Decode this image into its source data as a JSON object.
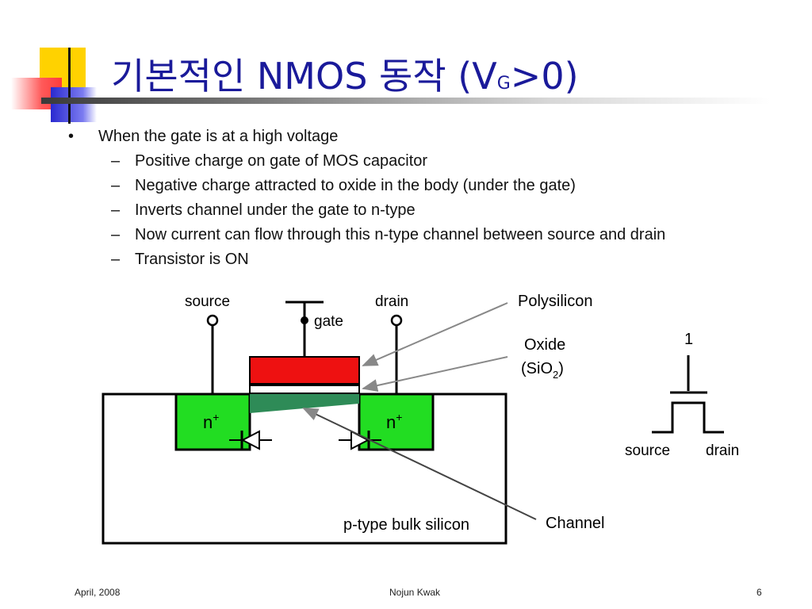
{
  "slide": {
    "title_main": "기본적인 NMOS 동작 (V",
    "title_sub": "G",
    "title_end": ">0)",
    "bullet_marker": "•",
    "dash_marker": "–",
    "bullet": "When the gate is at a high voltage",
    "sub_bullets": [
      "Positive charge on gate of MOS capacitor",
      "Negative charge attracted to oxide in the body (under the gate)",
      "Inverts channel under the gate to n-type",
      "Now current can flow through this n-type channel between source and drain",
      "Transistor is ON"
    ]
  },
  "diagram": {
    "source_label": "source",
    "gate_label": "gate",
    "drain_label": "drain",
    "polysilicon_label": "Polysilicon",
    "oxide_label": "Oxide",
    "sio2_prefix": "(SiO",
    "sio2_sub": "2",
    "sio2_suffix": ")",
    "n_plus": "n",
    "plus_sup": "+",
    "bulk_label": "p-type bulk silicon",
    "channel_label": "Channel",
    "switch_value": "1",
    "switch_source": "source",
    "switch_drain": "drain"
  },
  "colors": {
    "polysilicon": "#ee1111",
    "nplus": "#22dd22",
    "channel": "#2e8b57",
    "title": "#1a1a9a"
  },
  "footer": {
    "date": "April, 2008",
    "author": "Nojun Kwak",
    "page": "6"
  }
}
